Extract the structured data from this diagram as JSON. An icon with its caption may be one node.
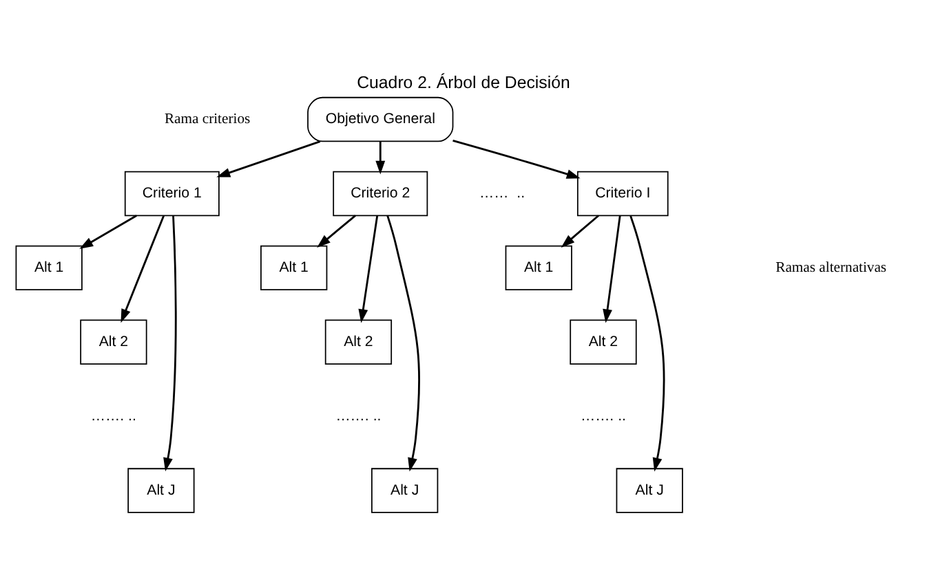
{
  "diagram": {
    "title": "Cuadro 2. Árbol de Decisión",
    "nodes": [
      {
        "text": [
          "Objetivo General"
        ]
      },
      {
        "text": [
          "Criterio 1"
        ]
      },
      {
        "text": [
          "Criterio 2"
        ]
      },
      {
        "text": [
          "Criterio I"
        ]
      },
      {
        "text": [
          "Alt 1"
        ]
      },
      {
        "text": [
          "Alt 2"
        ]
      },
      {
        "text": [
          "Alt J"
        ]
      },
      {
        "text": [
          "Alt 1"
        ]
      },
      {
        "text": [
          "Alt 2"
        ]
      },
      {
        "text": [
          "Alt J"
        ]
      },
      {
        "text": [
          "Alt 1"
        ]
      },
      {
        "text": [
          "Alt 2"
        ]
      },
      {
        "text": [
          "Alt J"
        ]
      }
    ],
    "edges": [
      {
        "from": 0,
        "to": 1,
        "arrow": "to"
      },
      {
        "from": 0,
        "to": 2,
        "arrow": "to"
      },
      {
        "from": 0,
        "to": 3,
        "arrow": "to"
      },
      {
        "from": 1,
        "to": 4,
        "arrow": "to"
      },
      {
        "from": 1,
        "to": 5,
        "arrow": "to"
      },
      {
        "from": 1,
        "to": 6,
        "arrow": "to"
      },
      {
        "from": 2,
        "to": 7,
        "arrow": "to"
      },
      {
        "from": 2,
        "to": 8,
        "arrow": "to"
      },
      {
        "from": 2,
        "to": 9,
        "arrow": "to"
      },
      {
        "from": 3,
        "to": 10,
        "arrow": "to"
      },
      {
        "from": 3,
        "to": 11,
        "arrow": "to"
      },
      {
        "from": 3,
        "to": 12,
        "arrow": "to"
      }
    ],
    "labels": [
      "Rama criterios",
      "……  ..",
      "Ramas alternativas",
      "……. ..",
      "……. ..",
      "……. .."
    ]
  }
}
